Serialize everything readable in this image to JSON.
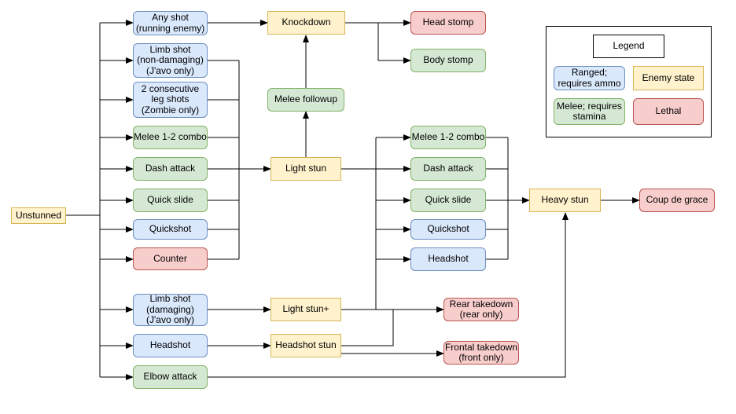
{
  "nodes": {
    "unstunned": "Unstunned",
    "any_shot": "Any shot\n(running enemy)",
    "limb_shot_nd": "Limb shot\n(non-damaging)\n(J'avo only)",
    "two_leg_shots": "2 consecutive\nleg shots\n(Zombie only)",
    "melee_combo_left": "Melee 1-2 combo",
    "dash_attack_left": "Dash attack",
    "quick_slide_left": "Quick slide",
    "quickshot_left": "Quickshot",
    "counter": "Counter",
    "limb_shot_dmg": "Limb shot\n(damaging)\n(J'avo only)",
    "headshot_left": "Headshot",
    "elbow_attack": "Elbow attack",
    "knockdown": "Knockdown",
    "melee_followup": "Melee followup",
    "light_stun": "Light stun",
    "light_stun_plus": "Light stun+",
    "headshot_stun": "Headshot stun",
    "head_stomp": "Head stomp",
    "body_stomp": "Body stomp",
    "melee_combo_right": "Melee 1-2 combo",
    "dash_attack_right": "Dash attack",
    "quick_slide_right": "Quick slide",
    "quickshot_right": "Quickshot",
    "headshot_right": "Headshot",
    "rear_takedown": "Rear takedown\n(rear only)",
    "frontal_takedown": "Frontal takedown\n(front only)",
    "heavy_stun": "Heavy stun",
    "coup_de_grace": "Coup de grace"
  },
  "legend": {
    "title": "Legend",
    "ranged": "Ranged;\nrequires ammo",
    "state": "Enemy state",
    "melee": "Melee; requires\nstamina",
    "lethal": "Lethal"
  },
  "colors": {
    "state_fill": "#fff2cc",
    "ranged_fill": "#dae8fc",
    "melee_fill": "#d5e8d4",
    "lethal_fill": "#f8cecc"
  }
}
